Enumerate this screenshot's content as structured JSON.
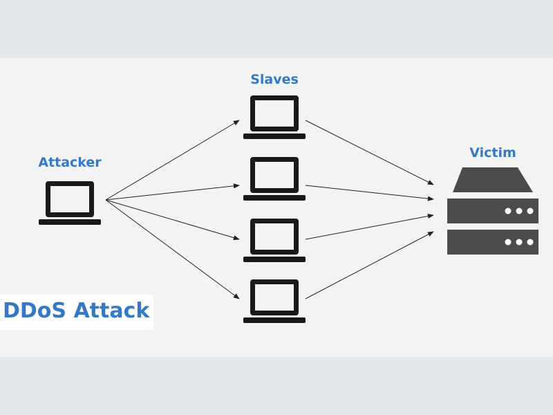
{
  "diagram": {
    "title": "DDoS Attack",
    "labels": {
      "attacker": "Attacker",
      "slaves": "Slaves",
      "victim": "Victim"
    },
    "nodes": [
      {
        "id": "attacker",
        "icon": "laptop-icon",
        "role": "Attacker"
      },
      {
        "id": "slave-1",
        "icon": "laptop-icon",
        "group": "Slaves"
      },
      {
        "id": "slave-2",
        "icon": "laptop-icon",
        "group": "Slaves"
      },
      {
        "id": "slave-3",
        "icon": "laptop-icon",
        "group": "Slaves"
      },
      {
        "id": "slave-4",
        "icon": "laptop-icon",
        "group": "Slaves"
      },
      {
        "id": "victim",
        "icon": "server-icon",
        "role": "Victim"
      }
    ],
    "edges": [
      {
        "from": "attacker",
        "to": "slave-1"
      },
      {
        "from": "attacker",
        "to": "slave-2"
      },
      {
        "from": "attacker",
        "to": "slave-3"
      },
      {
        "from": "attacker",
        "to": "slave-4"
      },
      {
        "from": "slave-1",
        "to": "victim"
      },
      {
        "from": "slave-2",
        "to": "victim"
      },
      {
        "from": "slave-3",
        "to": "victim"
      },
      {
        "from": "slave-4",
        "to": "victim"
      }
    ]
  },
  "colors": {
    "background": "#e3e6ea",
    "panel": "#f3f3f3",
    "label": "#3479c6",
    "icon": "#1a1a1a",
    "server": "#4b4b4b",
    "arrow": "#222222"
  }
}
